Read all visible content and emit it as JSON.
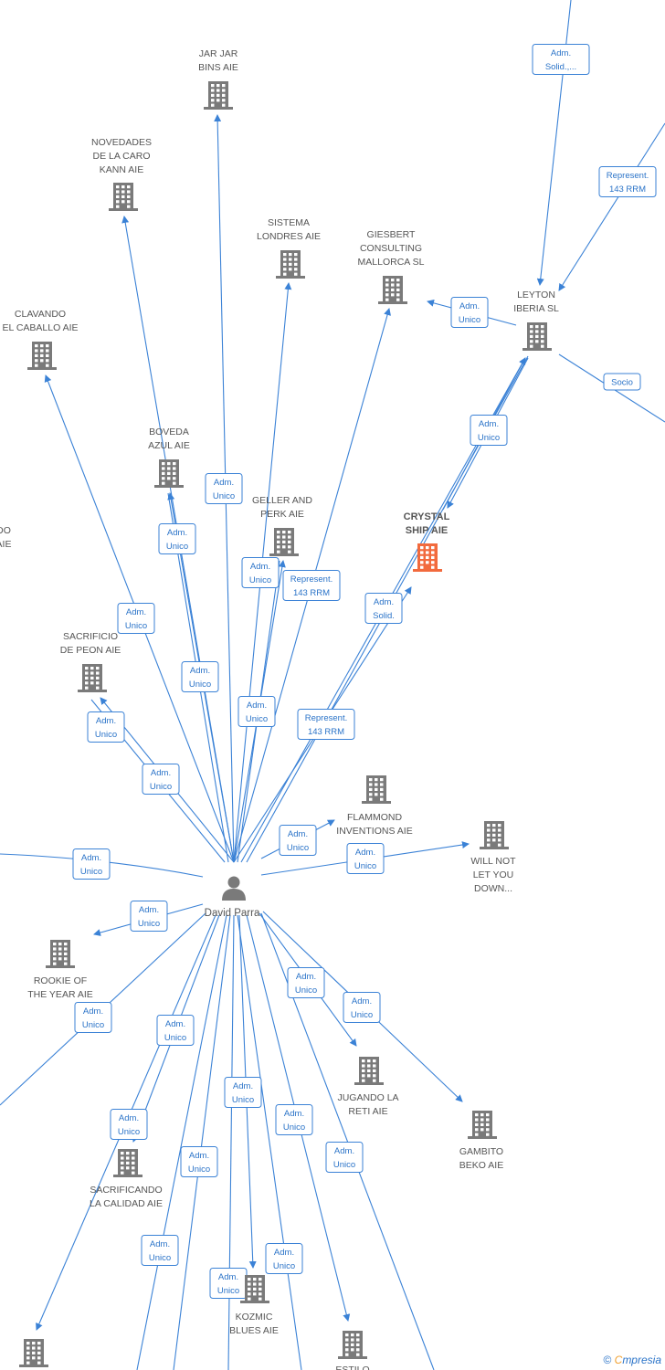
{
  "person": {
    "name": "David Parra"
  },
  "companies": [
    {
      "id": "jarjar",
      "lines": [
        "JAR JAR",
        "BINS  AIE"
      ]
    },
    {
      "id": "novedades",
      "lines": [
        "NOVEDADES",
        "DE LA CARO",
        "KANN  AIE"
      ]
    },
    {
      "id": "sistema",
      "lines": [
        "SISTEMA",
        "LONDRES  AIE"
      ]
    },
    {
      "id": "giesbert",
      "lines": [
        "GIESBERT",
        "CONSULTING",
        "MALLORCA  SL"
      ]
    },
    {
      "id": "leyton",
      "lines": [
        "LEYTON",
        "IBERIA  SL"
      ]
    },
    {
      "id": "clavando",
      "lines": [
        "CLAVANDO",
        "EL CABALLO  AIE"
      ]
    },
    {
      "id": "boveda",
      "lines": [
        "BOVEDA",
        "AZUL  AIE"
      ]
    },
    {
      "id": "geller",
      "lines": [
        "GELLER AND",
        "PERK  AIE"
      ]
    },
    {
      "id": "crystal",
      "lines": [
        "CRYSTAL",
        "SHIP  AIE"
      ],
      "highlight": true
    },
    {
      "id": "partial_do",
      "lines": [
        "DO",
        "AIE"
      ]
    },
    {
      "id": "sacrificio",
      "lines": [
        "SACRIFICIO",
        "DE PEON  AIE"
      ]
    },
    {
      "id": "flammond",
      "lines": [
        "FLAMMOND",
        "INVENTIONS  AIE"
      ]
    },
    {
      "id": "willnot",
      "lines": [
        "WILL NOT",
        "LET YOU",
        "DOWN..."
      ]
    },
    {
      "id": "rookie",
      "lines": [
        "ROOKIE OF",
        "THE YEAR  AIE"
      ]
    },
    {
      "id": "jugando",
      "lines": [
        "JUGANDO LA",
        "RETI  AIE"
      ]
    },
    {
      "id": "gambito",
      "lines": [
        "GAMBITO",
        "BEKO  AIE"
      ]
    },
    {
      "id": "sacrificando",
      "lines": [
        "SACRIFICANDO",
        "LA CALIDAD  AIE"
      ]
    },
    {
      "id": "kozmic",
      "lines": [
        "KOZMIC",
        "BLUES  AIE"
      ]
    },
    {
      "id": "bottom_left",
      "lines": []
    },
    {
      "id": "estilo",
      "lines": [
        "ESTILO"
      ]
    }
  ],
  "edge_labels": [
    {
      "id": "e_leyton_top",
      "lines": [
        "Adm.",
        "Solid.,..."
      ]
    },
    {
      "id": "e_leyton_rep",
      "lines": [
        "Represent.",
        "143 RRM"
      ]
    },
    {
      "id": "e_leyton_giesbert",
      "lines": [
        "Adm.",
        "Unico"
      ]
    },
    {
      "id": "e_leyton_socio",
      "lines": [
        "Socio"
      ]
    },
    {
      "id": "e_crystal_leyton",
      "lines": [
        "Adm.",
        "Unico"
      ]
    },
    {
      "id": "e_crystal_solid",
      "lines": [
        "Adm.",
        "Solid."
      ]
    },
    {
      "id": "e_crystal_rep",
      "lines": [
        "Represent.",
        "143 RRM"
      ]
    },
    {
      "id": "e_jarjar",
      "lines": [
        "Adm.",
        "Unico"
      ]
    },
    {
      "id": "e_novedades",
      "lines": [
        "Adm.",
        "Unico"
      ]
    },
    {
      "id": "e_geller",
      "lines": [
        "Adm.",
        "Unico"
      ]
    },
    {
      "id": "e_geller_rep",
      "lines": [
        "Represent.",
        "143 RRM"
      ]
    },
    {
      "id": "e_clavando",
      "lines": [
        "Adm.",
        "Unico"
      ]
    },
    {
      "id": "e_boveda",
      "lines": [
        "Adm.",
        "Unico"
      ]
    },
    {
      "id": "e_sistema",
      "lines": [
        "Adm.",
        "Unico"
      ]
    },
    {
      "id": "e_sacrificio1",
      "lines": [
        "Adm.",
        "Unico"
      ]
    },
    {
      "id": "e_sacrificio2",
      "lines": [
        "Adm.",
        "Unico"
      ]
    },
    {
      "id": "e_flammond",
      "lines": [
        "Adm.",
        "Unico"
      ]
    },
    {
      "id": "e_willnot",
      "lines": [
        "Adm.",
        "Unico"
      ]
    },
    {
      "id": "e_left",
      "lines": [
        "Adm.",
        "Unico"
      ]
    },
    {
      "id": "e_rookie",
      "lines": [
        "Adm.",
        "Unico"
      ]
    },
    {
      "id": "e_rookie2",
      "lines": [
        "Adm.",
        "Unico"
      ]
    },
    {
      "id": "e_jugando",
      "lines": [
        "Adm.",
        "Unico"
      ]
    },
    {
      "id": "e_gambito",
      "lines": [
        "Adm.",
        "Unico"
      ]
    },
    {
      "id": "e_sacrificando1",
      "lines": [
        "Adm.",
        "Unico"
      ]
    },
    {
      "id": "e_sacrificando2",
      "lines": [
        "Adm.",
        "Unico"
      ]
    },
    {
      "id": "e_kozmic1",
      "lines": [
        "Adm.",
        "Unico"
      ]
    },
    {
      "id": "e_kozmic2",
      "lines": [
        "Adm.",
        "Unico"
      ]
    },
    {
      "id": "e_estilo",
      "lines": [
        "Adm.",
        "Unico"
      ]
    },
    {
      "id": "e_low1",
      "lines": [
        "Adm.",
        "Unico"
      ]
    },
    {
      "id": "e_low2",
      "lines": [
        "Adm.",
        "Unico"
      ]
    },
    {
      "id": "e_low3",
      "lines": [
        "Adm.",
        "Unico"
      ]
    },
    {
      "id": "e_low4",
      "lines": [
        "Adm.",
        "Unico"
      ]
    }
  ],
  "footer": {
    "copyright": "©",
    "brand_initial": "C",
    "brand_rest": "mpresia"
  },
  "colors": {
    "edge": "#3b82d6",
    "node": "#7a7a7a",
    "highlight": "#f26a3d"
  }
}
